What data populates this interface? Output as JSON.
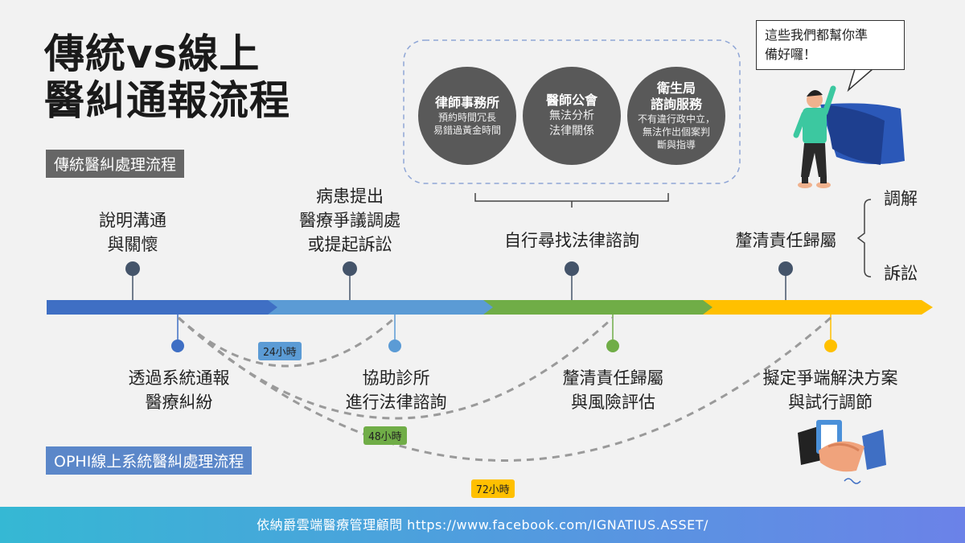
{
  "title": {
    "line1": "傳統vs線上",
    "line2": "醫糾通報流程"
  },
  "traditional_tag": "傳統醫糾處理流程",
  "ophi_tag": "OPHI線上系統醫糾處理流程",
  "top_labels": [
    {
      "text": "說明溝通\n與關懷"
    },
    {
      "text": "病患提出\n醫療爭議調處\n或提起訴訟"
    },
    {
      "text": "自行尋找法律諮詢"
    },
    {
      "text": "釐清責任歸屬"
    }
  ],
  "circles": [
    {
      "title": "律師事務所",
      "desc": "預約時間冗長\n易錯過黃金時間"
    },
    {
      "title": "醫師公會",
      "desc": "無法分析\n法律關係"
    },
    {
      "title": "衛生局\n諮詢服務",
      "desc": "不有違行政中立，\n無法作出個案判\n斷與指導"
    }
  ],
  "outcomes": {
    "a": "調解",
    "b": "訴訟"
  },
  "bottom_labels": [
    {
      "text": "透過系統通報\n醫療糾紛"
    },
    {
      "text": "協助診所\n進行法律諮詢"
    },
    {
      "text": "釐清責任歸屬\n與風險評估"
    },
    {
      "text": "擬定爭端解決方案\n與試行調節"
    }
  ],
  "badges": {
    "h24": "24小時",
    "h48": "48小時",
    "h72": "72小時"
  },
  "speech": "這些我們都幫你準\n備好囉！",
  "footer": "依納爵雲端醫療管理顧問 https://www.facebook.com/IGNATIUS.ASSET/",
  "colors": {
    "seg1": "#3f6fc4",
    "seg2": "#5b9bd5",
    "seg3": "#70ad47",
    "seg4": "#ffc000",
    "node": "#44546a"
  }
}
